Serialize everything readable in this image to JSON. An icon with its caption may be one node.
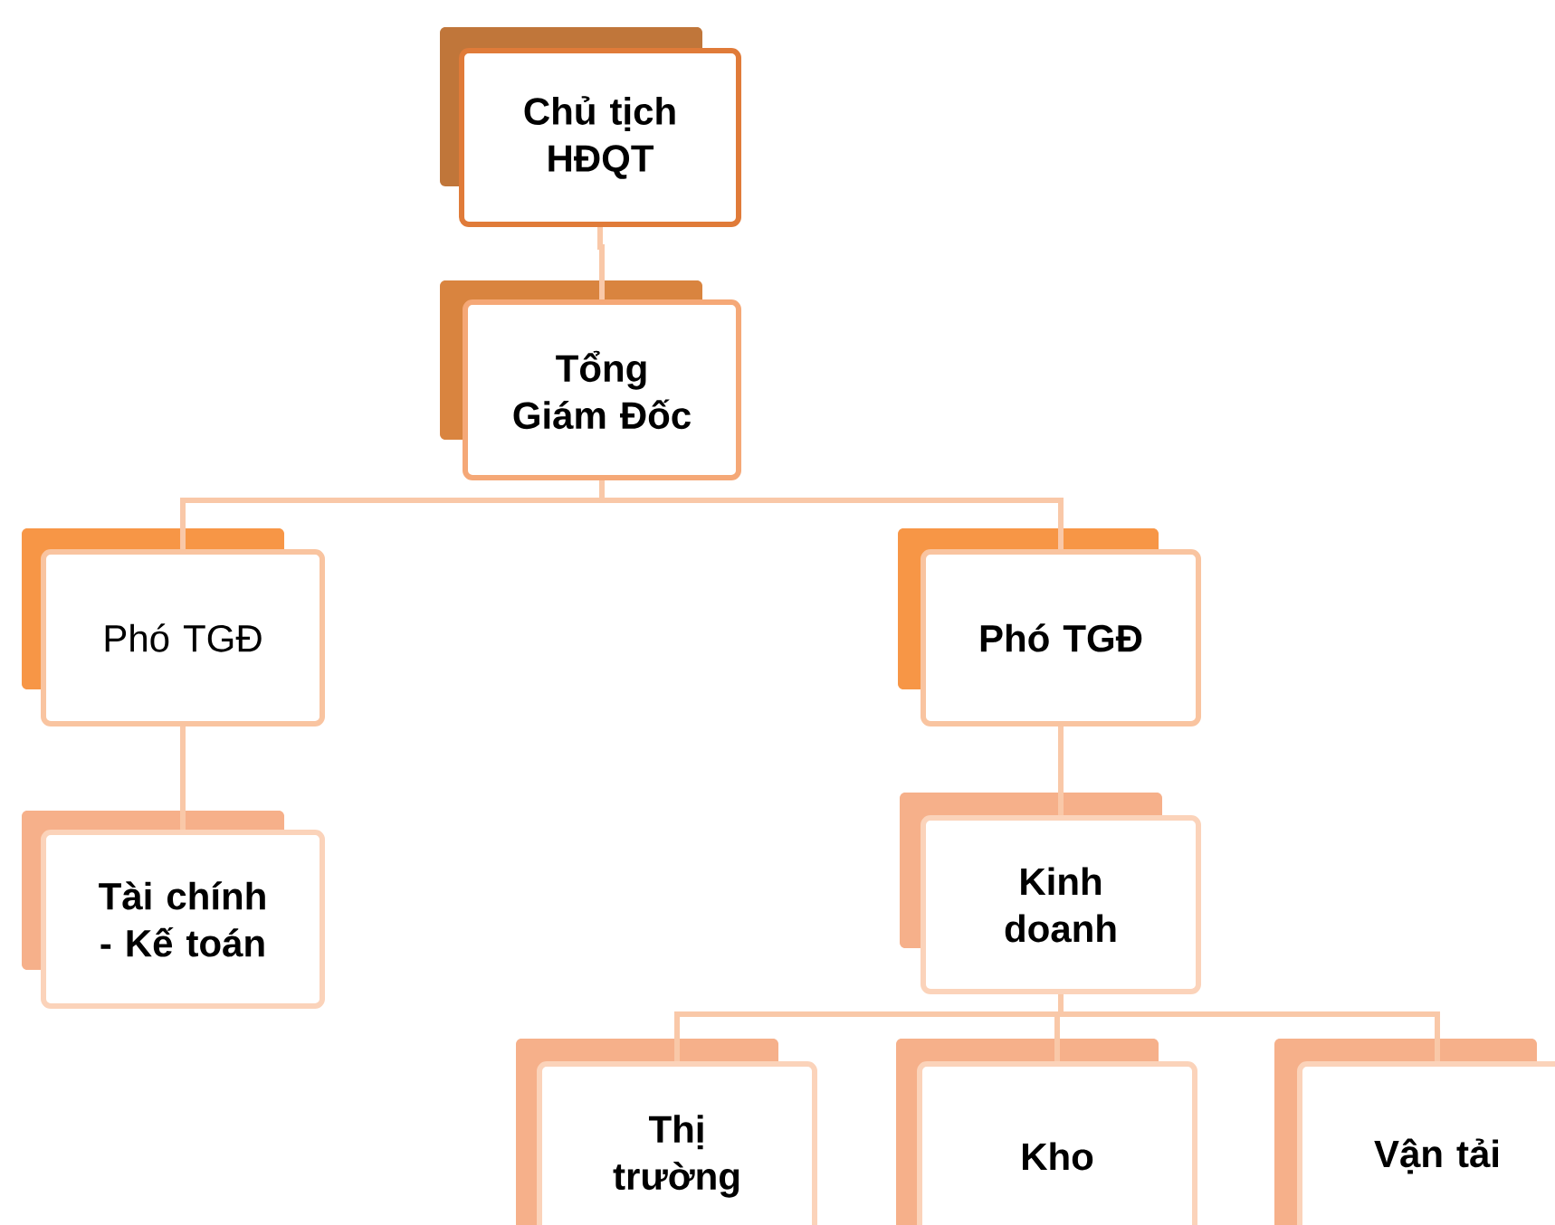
{
  "diagram": {
    "nodes": [
      {
        "text": [
          "Chủ tịch HĐQT"
        ]
      },
      {
        "text": [
          "Tổng Giám Đốc"
        ]
      },
      {
        "text": [
          "Phó TGĐ"
        ]
      },
      {
        "text": [
          "Phó TGĐ"
        ]
      },
      {
        "text": [
          "Tài chính - Kế toán"
        ]
      },
      {
        "text": [
          "Kinh doanh"
        ]
      },
      {
        "text": [
          "Thị trường"
        ]
      },
      {
        "text": [
          "Kho"
        ]
      },
      {
        "text": [
          "Vận tải"
        ]
      }
    ],
    "edges": [
      {
        "from": 0,
        "to": 1,
        "arrow": "none"
      },
      {
        "from": 1,
        "to": 2,
        "arrow": "none"
      },
      {
        "from": 1,
        "to": 3,
        "arrow": "none"
      },
      {
        "from": 2,
        "to": 4,
        "arrow": "none"
      },
      {
        "from": 3,
        "to": 5,
        "arrow": "none"
      },
      {
        "from": 5,
        "to": 6,
        "arrow": "none"
      },
      {
        "from": 5,
        "to": 7,
        "arrow": "none"
      },
      {
        "from": 5,
        "to": 8,
        "arrow": "none"
      }
    ]
  }
}
